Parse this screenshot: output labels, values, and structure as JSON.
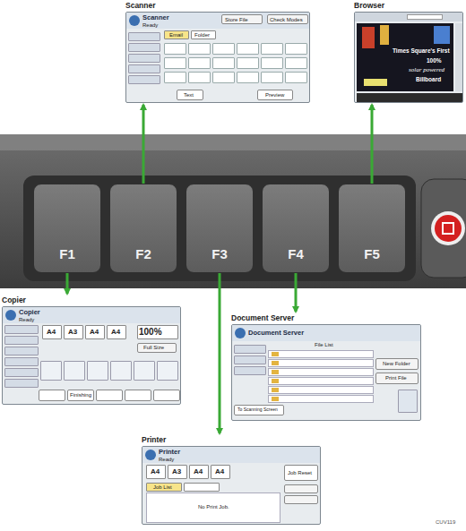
{
  "diagram": {
    "nodes": [
      {
        "text": [
          "Scanner"
        ]
      },
      {
        "text": [
          "Browser"
        ]
      },
      {
        "text": [
          "F1"
        ]
      },
      {
        "text": [
          "F2"
        ]
      },
      {
        "text": [
          "F3"
        ]
      },
      {
        "text": [
          "F4"
        ]
      },
      {
        "text": [
          "F5"
        ]
      },
      {
        "text": [
          "Copier"
        ]
      },
      {
        "text": [
          "Document Server"
        ]
      },
      {
        "text": [
          "Printer"
        ]
      }
    ],
    "edges": [
      {
        "from": 2,
        "to": 7,
        "arrow": "to"
      },
      {
        "from": 3,
        "to": 0,
        "arrow": "to"
      },
      {
        "from": 4,
        "to": 9,
        "arrow": "to"
      },
      {
        "from": 5,
        "to": 8,
        "arrow": "to"
      },
      {
        "from": 6,
        "to": 1,
        "arrow": "to"
      }
    ],
    "labels": [
      "Scanner",
      "Ready",
      "Store File",
      "Check Modes",
      "Email",
      "Folder",
      "Preview",
      "Text",
      "Times Square's First",
      "100%",
      "solar powered",
      "Billboard",
      "Copier",
      "Ready",
      "A4",
      "A3",
      "A4",
      "A4",
      "100%",
      "Full Size",
      "Finishing",
      "Document Server",
      "File List",
      "New Folder",
      "Print File",
      "To Scanning Screen",
      "Printer",
      "Ready",
      "A4",
      "A3",
      "A4",
      "A4",
      "Job Reset",
      "Job List",
      "No Print Job.",
      "CUV119"
    ]
  }
}
